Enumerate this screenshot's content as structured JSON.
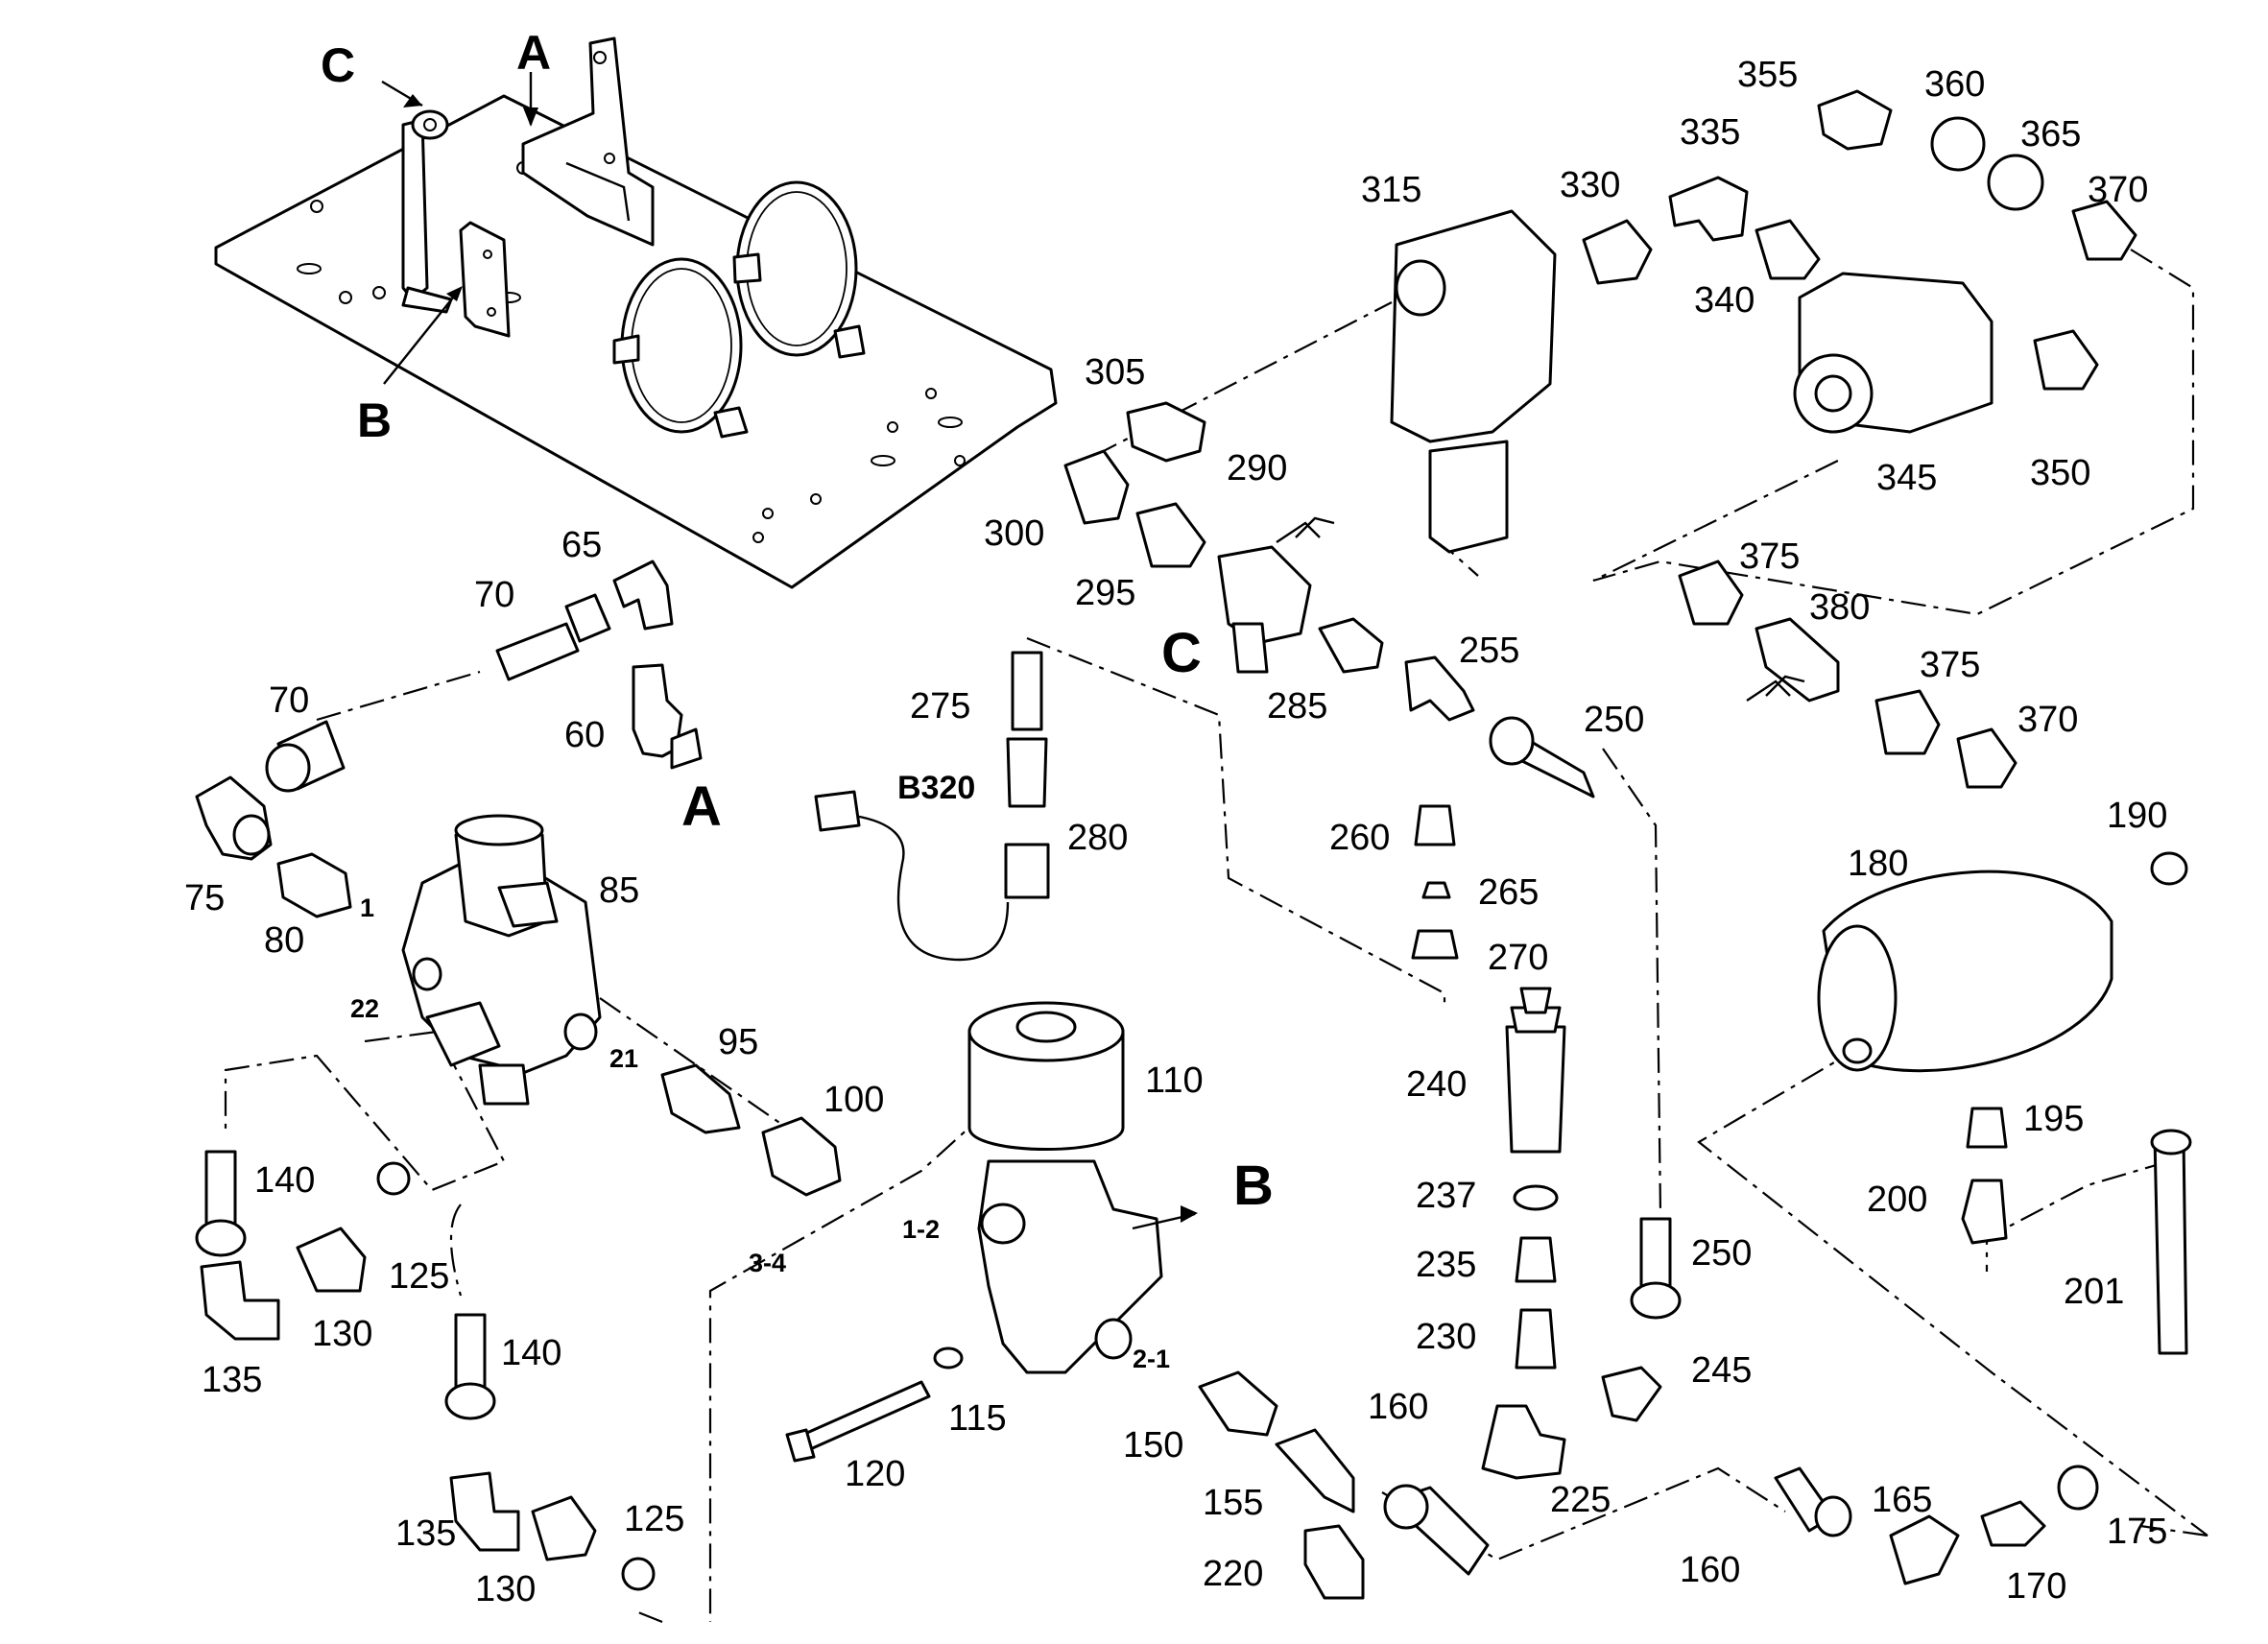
{
  "colors": {
    "ink": "#000000",
    "paper": "#ffffff"
  },
  "labels": {
    "A_top": "A",
    "B_top": "B",
    "C_top": "C",
    "A_ref": "A",
    "B_ref": "B",
    "C_ref": "C",
    "p60": "60",
    "p65": "65",
    "p70a": "70",
    "p70b": "70",
    "p75": "75",
    "p80": "80",
    "p85": "85",
    "p95": "95",
    "p100": "100",
    "p110": "110",
    "p115": "115",
    "p120": "120",
    "p125a": "125",
    "p125b": "125",
    "p130a": "130",
    "p130b": "130",
    "p135a": "135",
    "p135b": "135",
    "p140a": "140",
    "p140b": "140",
    "p150": "150",
    "p155": "155",
    "p160a": "160",
    "p160b": "160",
    "p165": "165",
    "p170": "170",
    "p175": "175",
    "p180": "180",
    "p190": "190",
    "p195": "195",
    "p200": "200",
    "p201": "201",
    "p220": "220",
    "p225": "225",
    "p230": "230",
    "p235": "235",
    "p237": "237",
    "p240": "240",
    "p245": "245",
    "p250a": "250",
    "p250b": "250",
    "p255": "255",
    "p260": "260",
    "p265": "265",
    "p270": "270",
    "p275": "275",
    "p280": "280",
    "p285": "285",
    "p290": "290",
    "p295": "295",
    "p300": "300",
    "p305": "305",
    "p315": "315",
    "p330": "330",
    "p335": "335",
    "p340": "340",
    "p345": "345",
    "p350": "350",
    "p355": "355",
    "p360": "360",
    "p365": "365",
    "p370a": "370",
    "p370b": "370",
    "p375a": "375",
    "p375b": "375",
    "p380": "380",
    "sensor": "B320",
    "port1": "1",
    "port22": "22",
    "port21": "21",
    "port12": "1-2",
    "port34": "3-4",
    "port21b": "2-1"
  }
}
